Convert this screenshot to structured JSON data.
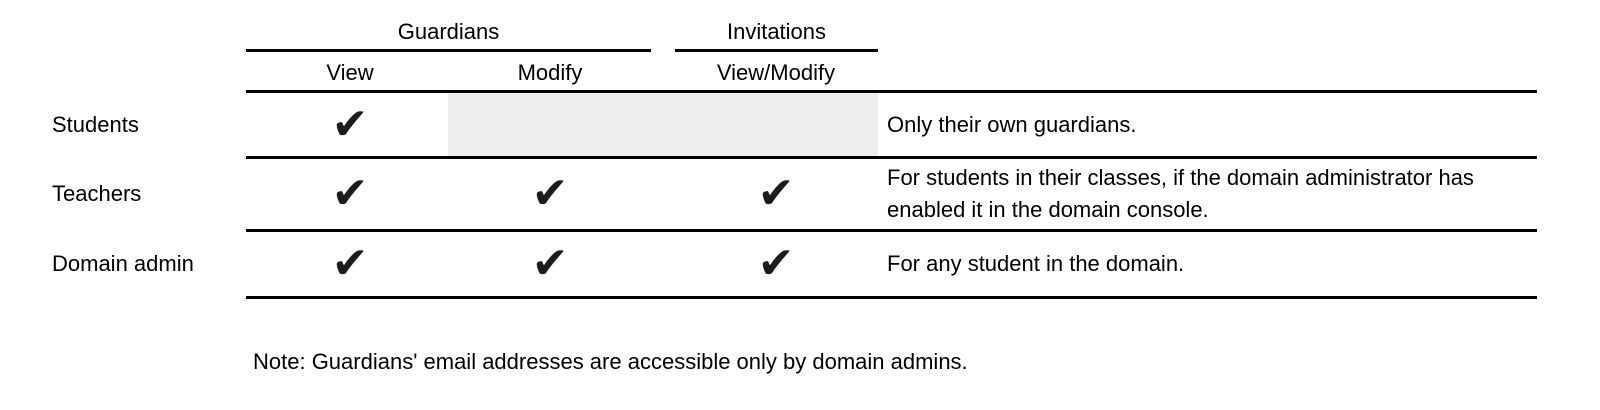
{
  "table": {
    "group_headers": {
      "guardians": "Guardians",
      "invitations": "Invitations"
    },
    "column_headers": {
      "view": "View",
      "modify": "Modify",
      "view_modify": "View/Modify"
    },
    "rows": [
      {
        "label": "Students",
        "view": true,
        "modify": false,
        "view_modify": false,
        "not_applicable_shaded": [
          "Modify",
          "View/Modify"
        ],
        "note": "Only their own guardians."
      },
      {
        "label": "Teachers",
        "view": true,
        "modify": true,
        "view_modify": true,
        "note": "For students in their classes, if the domain administrator has enabled it in the domain console."
      },
      {
        "label": "Domain admin",
        "view": true,
        "modify": true,
        "view_modify": true,
        "note": "For any student in the domain."
      }
    ]
  },
  "footnote": "Note: Guardians' email addresses are accessible only by domain admins.",
  "glyphs": {
    "check": "✔"
  },
  "colors": {
    "text": "#000000",
    "line": "#000000",
    "check": "#1c1c1c",
    "disabled_cell": "#eeeeee"
  }
}
